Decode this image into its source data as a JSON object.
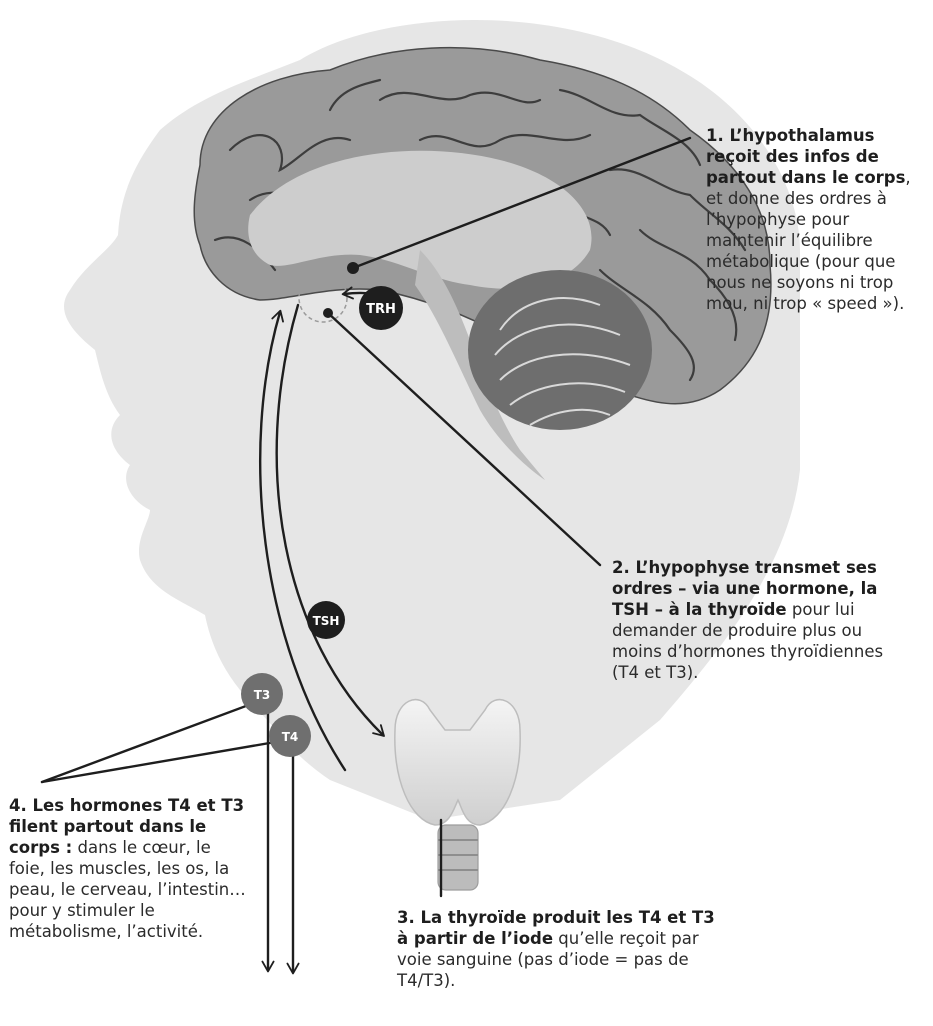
{
  "badges": {
    "trh": "TRH",
    "tsh": "TSH",
    "t3": "T3",
    "t4": "T4"
  },
  "notes": {
    "hypothalamus": {
      "bold": "1. L’hypothalamus reçoit des infos de partout dans le corps",
      "rest": ", et donne des ordres à l’hypophyse pour maintenir l’équilibre métabolique (pour que nous ne soyons ni trop mou, ni trop « speed »)."
    },
    "hypophyse": {
      "bold": "2. L’hypophyse transmet ses ordres – via une hormone, la TSH – à la thyroïde",
      "rest": " pour lui demander de produire plus ou moins d’hormones thyroïdiennes (T4 et T3)."
    },
    "thyroide": {
      "bold": "3. La thyroïde produit les T4 et T3 à partir de l’iode",
      "rest": " qu’elle reçoit par voie sanguine (pas d’iode = pas de T4/T3)."
    },
    "hormones": {
      "bold": "4. Les hormones T4 et T3 filent partout dans le corps :",
      "rest": " dans le cœur, le foie, les muscles, les os, la peau, le cerveau, l’intestin… pour y stimuler le métabolisme, l’activité."
    }
  },
  "colors": {
    "head": "#e6e6e6",
    "brain": "#9a9a9a",
    "brain_inner": "#c8c8c8",
    "cerebellum": "#6e6e6e",
    "badge_dark": "#1e1e1e",
    "badge_grey": "#6f6f6f",
    "line": "#1e1e1e"
  }
}
